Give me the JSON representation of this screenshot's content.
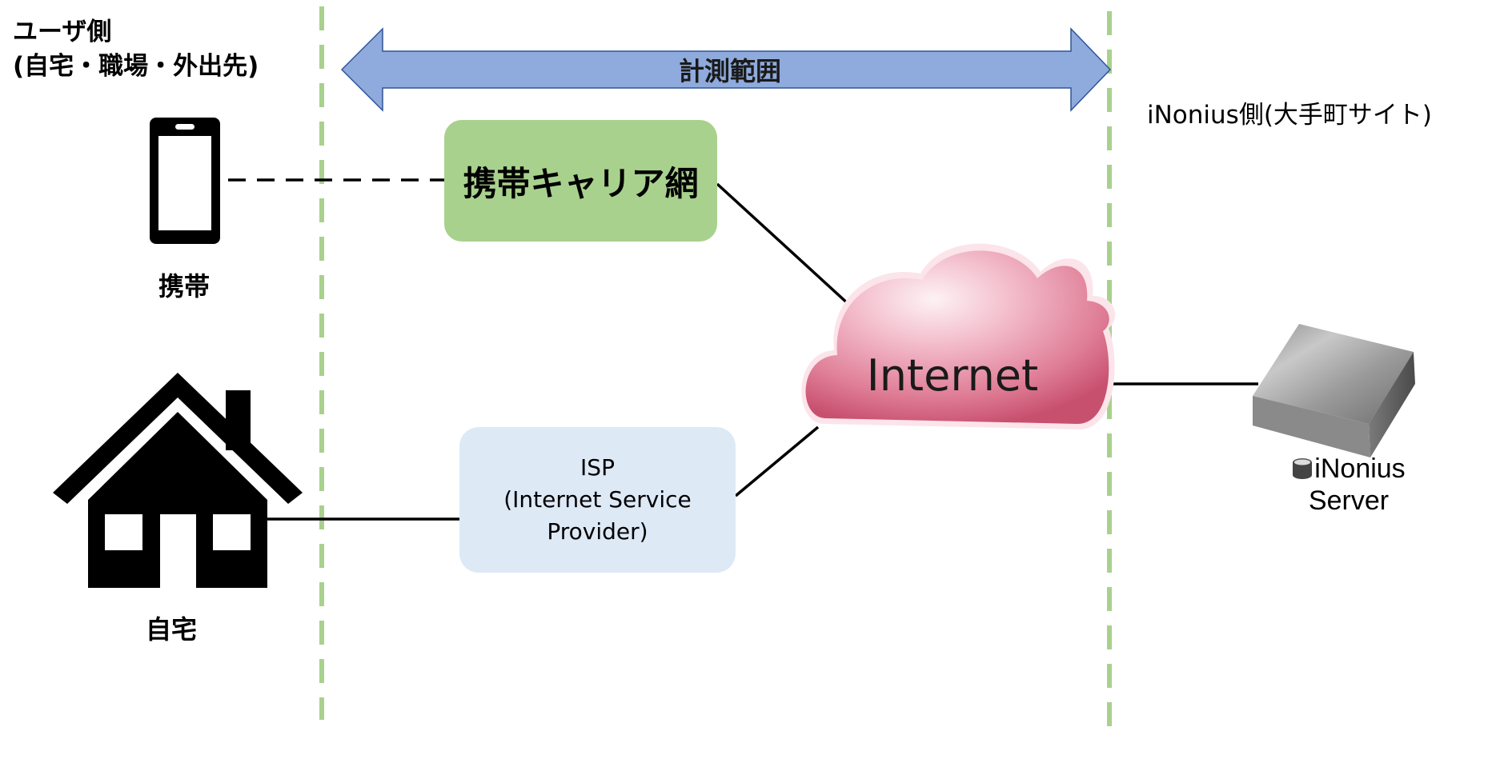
{
  "labels": {
    "user_side_line1": "ユーザ側",
    "user_side_line2": "(自宅・職場・外出先)",
    "inonius_side": "iNonius側(大手町サイト)",
    "mobile": "携帯",
    "home": "自宅"
  },
  "measurement_range": {
    "label": "計測範囲"
  },
  "carrier_network": {
    "label": "携帯キャリア網"
  },
  "isp": {
    "line1": "ISP",
    "line2": "(Internet Service",
    "line3": "Provider)"
  },
  "internet": {
    "label": "Internet"
  },
  "server": {
    "line1": "iNonius",
    "line2": "Server"
  },
  "colors": {
    "boundary_dash": "#a9d18e",
    "range_arrow_fill": "#8faadc",
    "range_arrow_stroke": "#2f5597",
    "carrier_fill": "#a9d18e",
    "isp_fill": "#dee9f6",
    "cloud_fill": "#e07b94",
    "connector": "#000000"
  }
}
